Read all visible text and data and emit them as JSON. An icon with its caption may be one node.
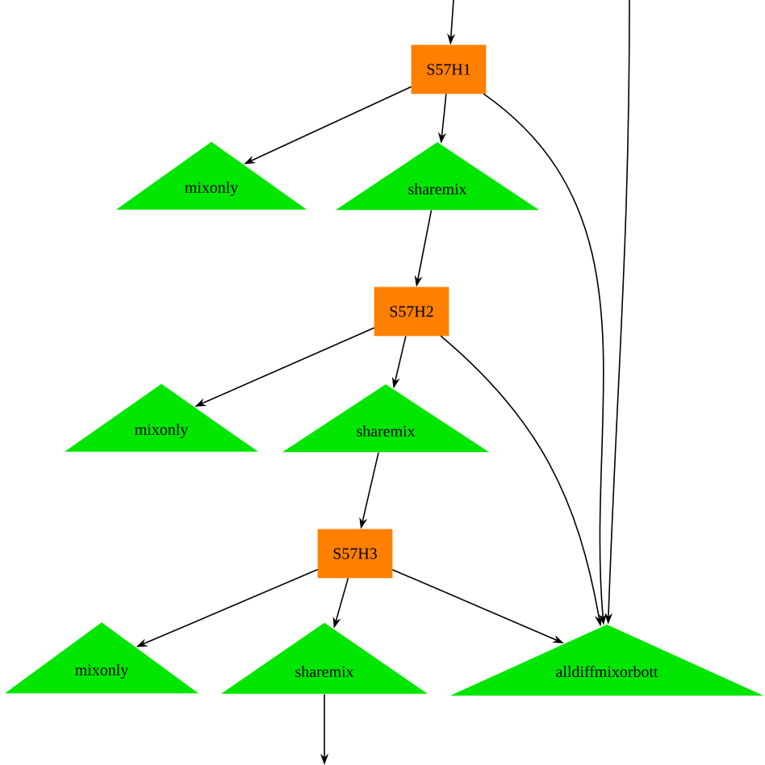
{
  "diagram": {
    "nodes": [
      {
        "text": [
          "S57H1"
        ]
      },
      {
        "text": [
          "mixonly"
        ]
      },
      {
        "text": [
          "sharemix"
        ]
      },
      {
        "text": [
          "S57H2"
        ]
      },
      {
        "text": [
          "mixonly"
        ]
      },
      {
        "text": [
          "sharemix"
        ]
      },
      {
        "text": [
          "S57H3"
        ]
      },
      {
        "text": [
          "mixonly"
        ]
      },
      {
        "text": [
          "sharemix"
        ]
      },
      {
        "text": [
          "alldiffmixorbott"
        ]
      }
    ],
    "edges": [
      {
        "from": null,
        "to": 0,
        "arrow": "to"
      },
      {
        "from": null,
        "to": 9,
        "arrow": "to"
      },
      {
        "from": 0,
        "to": 1,
        "arrow": "to"
      },
      {
        "from": 0,
        "to": 2,
        "arrow": "to"
      },
      {
        "from": 0,
        "to": 9,
        "arrow": "to"
      },
      {
        "from": 2,
        "to": 3,
        "arrow": "to"
      },
      {
        "from": 3,
        "to": 4,
        "arrow": "to"
      },
      {
        "from": 3,
        "to": 5,
        "arrow": "to"
      },
      {
        "from": 3,
        "to": 9,
        "arrow": "to"
      },
      {
        "from": 5,
        "to": 6,
        "arrow": "to"
      },
      {
        "from": 6,
        "to": 7,
        "arrow": "to"
      },
      {
        "from": 6,
        "to": 8,
        "arrow": "to"
      },
      {
        "from": 6,
        "to": 9,
        "arrow": "to"
      },
      {
        "from": 8,
        "to": null,
        "arrow": "to"
      }
    ]
  }
}
